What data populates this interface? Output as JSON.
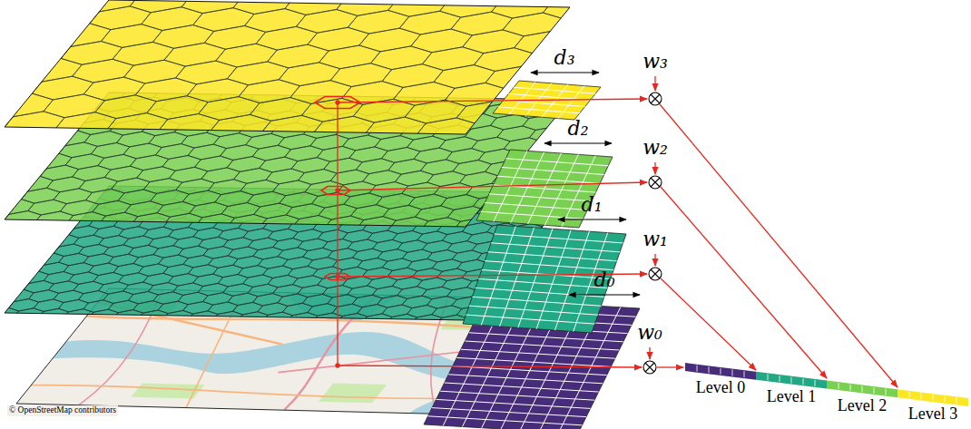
{
  "diagram": {
    "nodes": [
      {
        "text": [
          "Level 0"
        ]
      },
      {
        "text": [
          "Level 1"
        ]
      },
      {
        "text": [
          "Level 2"
        ]
      },
      {
        "text": [
          "Level 3"
        ]
      }
    ],
    "labels": [
      "d₃",
      "w₃",
      "d₂",
      "w₂",
      "d₁",
      "w₁",
      "d₀",
      "w₀",
      "© OpenStreetMap contributors"
    ]
  }
}
